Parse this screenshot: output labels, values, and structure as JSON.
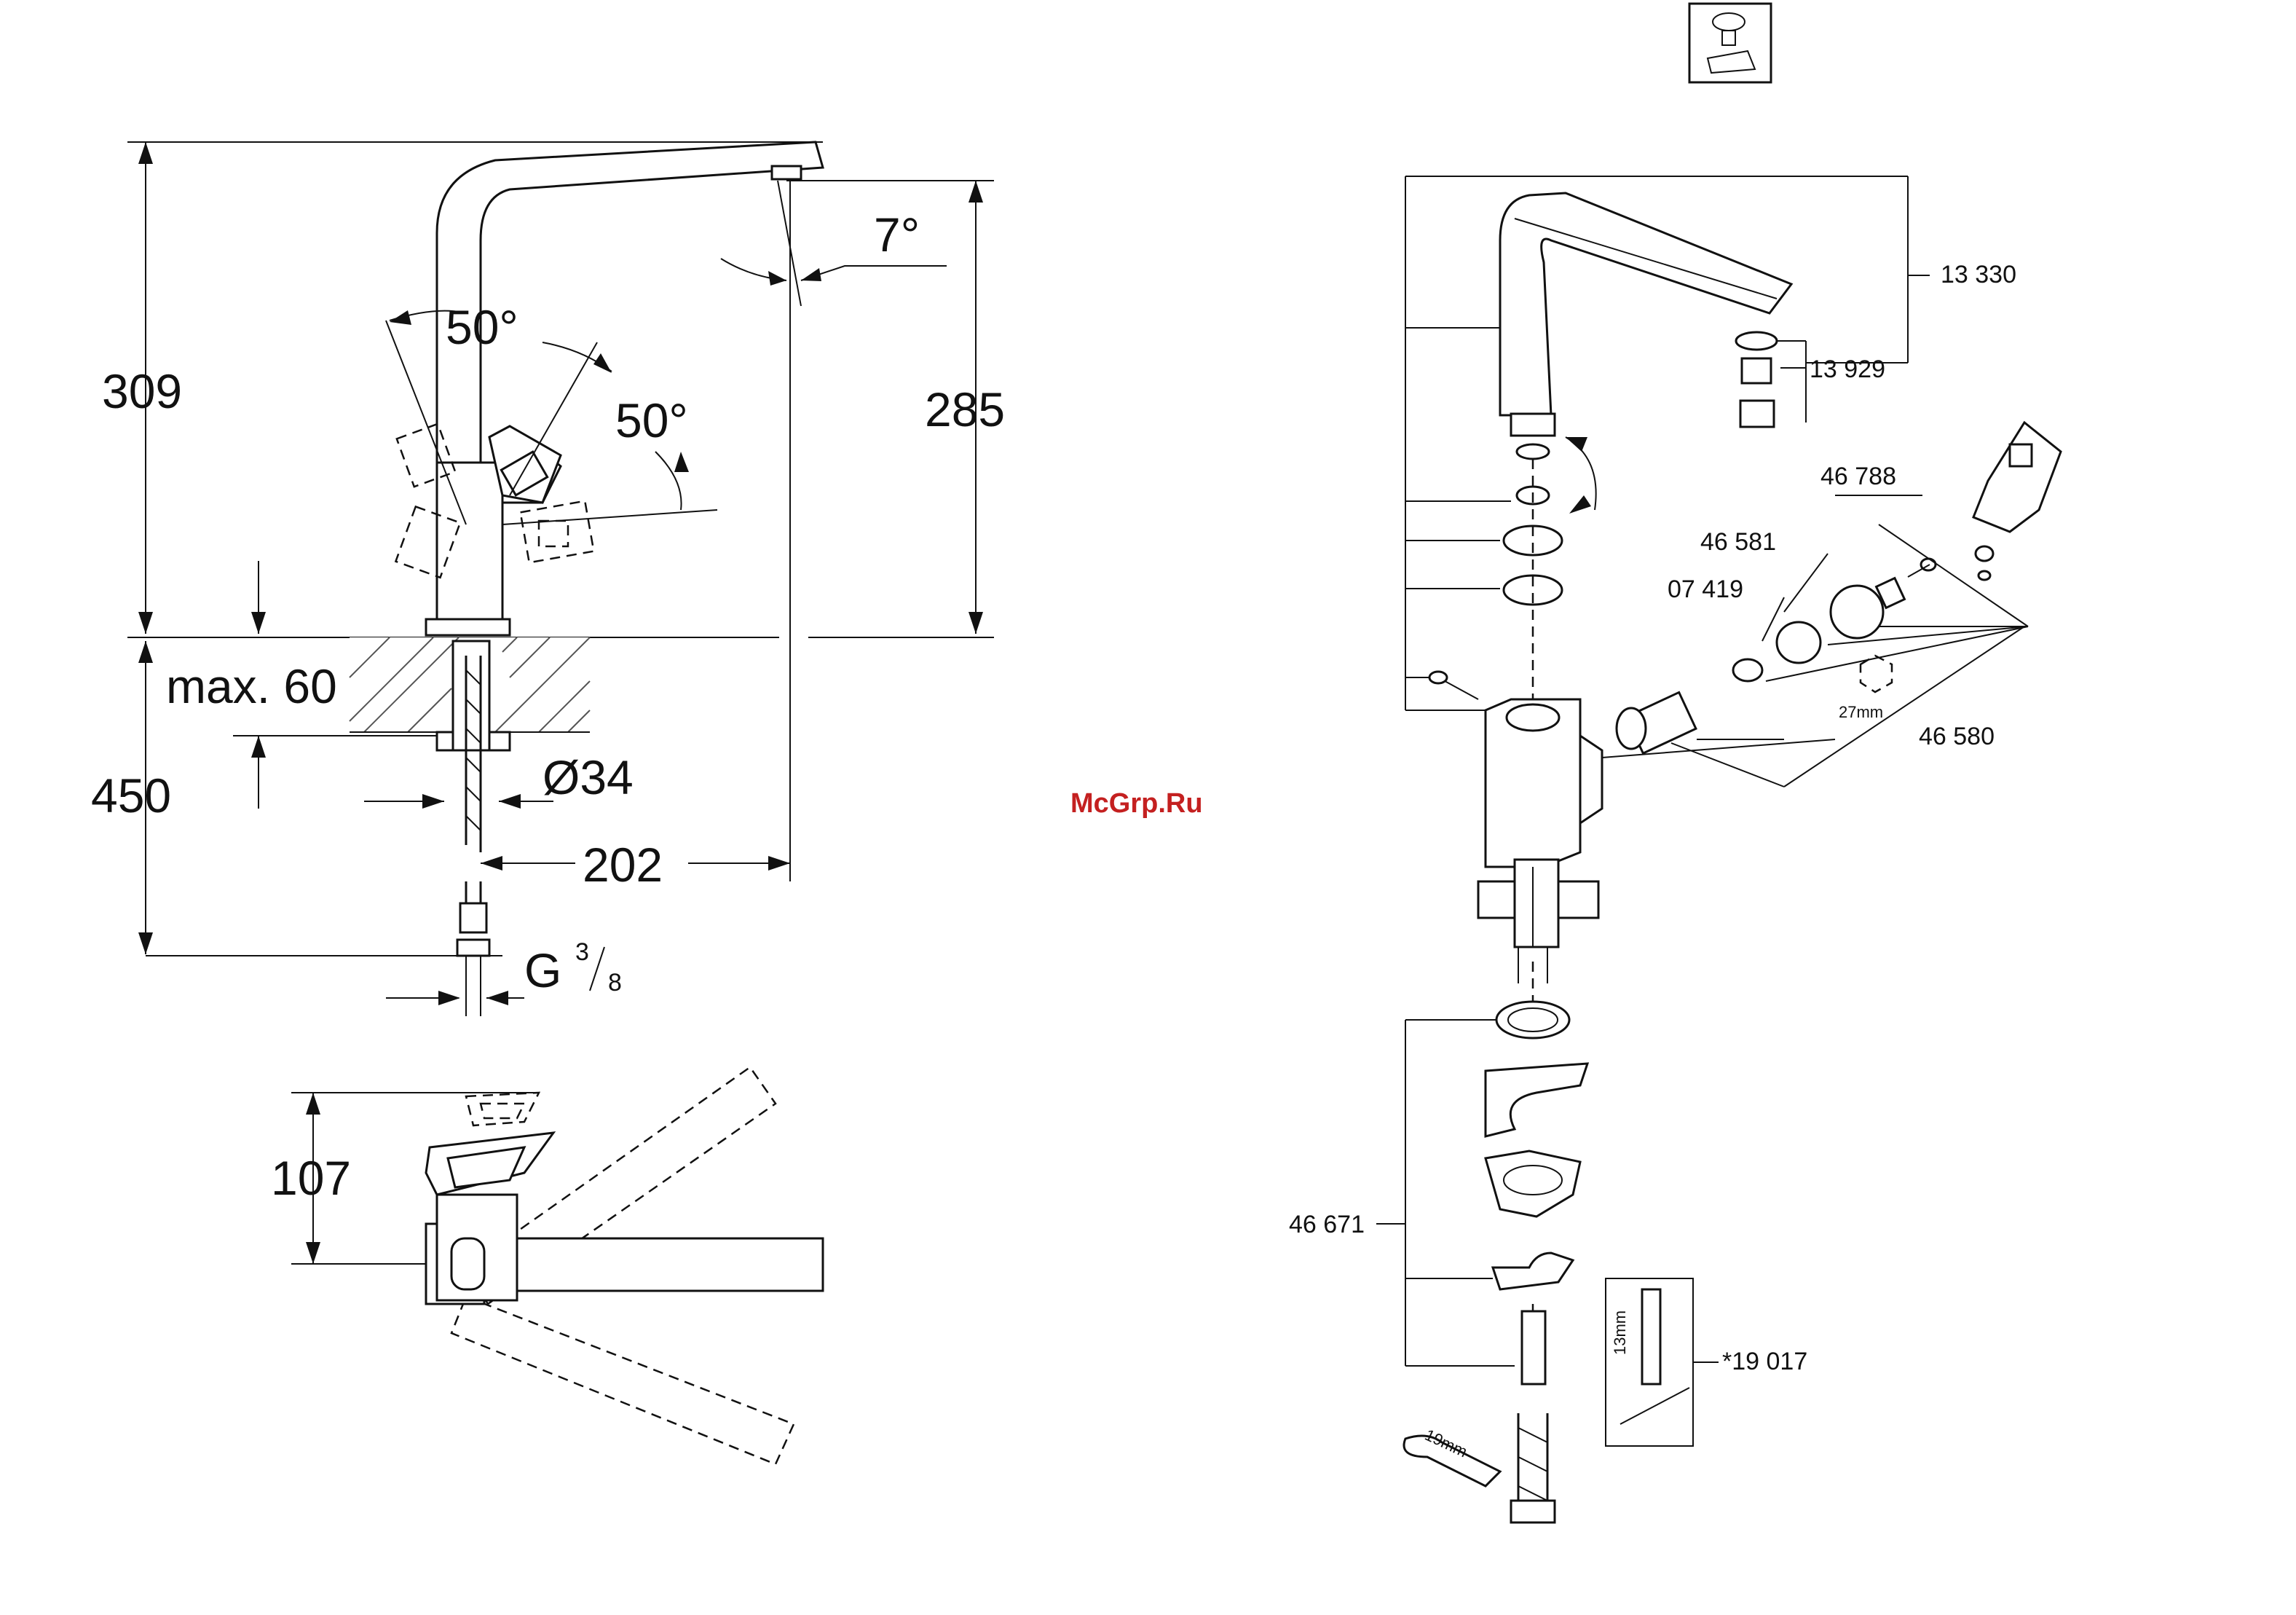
{
  "dimensions": {
    "total_height": "309",
    "spout_height": "285",
    "spout_angle": "7°",
    "handle_angle_left": "50°",
    "handle_angle_right": "50°",
    "max_thickness": "max. 60",
    "hose_length": "450",
    "hole_diameter": "Ø34",
    "reach": "202",
    "thread_main": "G",
    "thread_num": "3",
    "thread_den": "8",
    "top_view_height": "107"
  },
  "parts": {
    "spout": "13 330",
    "aerator": "13 929",
    "handle": "46 788",
    "cartridge_nut": "46 581",
    "cartridge_ring": "07 419",
    "cartridge_set": "46 580",
    "mounting_set": "46 671",
    "tool": "*19 017"
  },
  "tools": {
    "hex_size": "27mm",
    "box_wrench": "13mm",
    "spanner": "19mm"
  },
  "watermark": "McGrp.Ru"
}
